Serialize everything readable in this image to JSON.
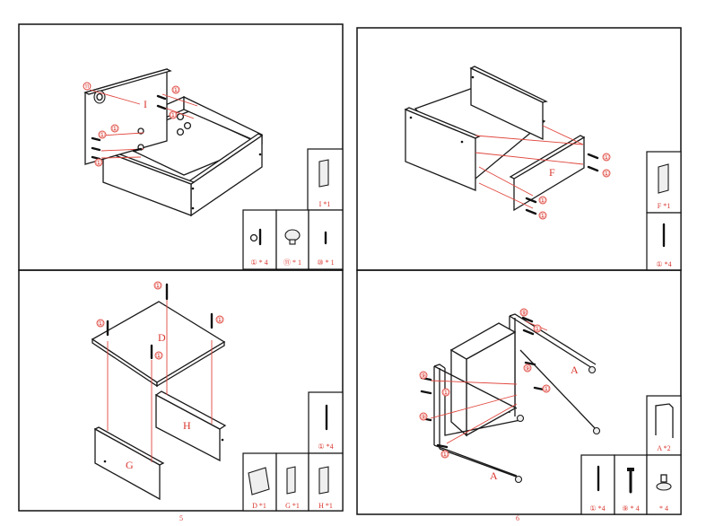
{
  "page_left_number": "5",
  "page_right_number": "6",
  "step1": {
    "panel_I": "I",
    "callouts": [
      "⑪",
      "①",
      "①",
      "①",
      "①",
      "①"
    ],
    "parts": [
      {
        "count": "① * 4"
      },
      {
        "count": "⑪ * 1"
      },
      {
        "count": "⑩ * 1"
      },
      {
        "count": "I *1"
      }
    ]
  },
  "step2": {
    "panel_F": "F",
    "callouts": [
      "①",
      "①",
      "①",
      "①"
    ],
    "parts": [
      {
        "count": "F *1"
      },
      {
        "count": "① *4"
      }
    ]
  },
  "step3": {
    "panel_D": "D",
    "panel_H": "H",
    "panel_G": "G",
    "callouts": [
      "①",
      "①",
      "①",
      "①"
    ],
    "parts": [
      {
        "count": "① *4"
      },
      {
        "count": "D *1"
      },
      {
        "count": "G *1"
      },
      {
        "count": "H *1"
      }
    ]
  },
  "step4": {
    "panel_A_top": "A",
    "panel_A_bottom": "A",
    "callouts": [
      "⑨",
      "⑨",
      "⑨",
      "⑨",
      "①",
      "①",
      "①",
      "①"
    ],
    "parts": [
      {
        "count": "A *2"
      },
      {
        "count": "① *4"
      },
      {
        "count": "⑨ * 4"
      },
      {
        "count": "* 4"
      }
    ]
  }
}
